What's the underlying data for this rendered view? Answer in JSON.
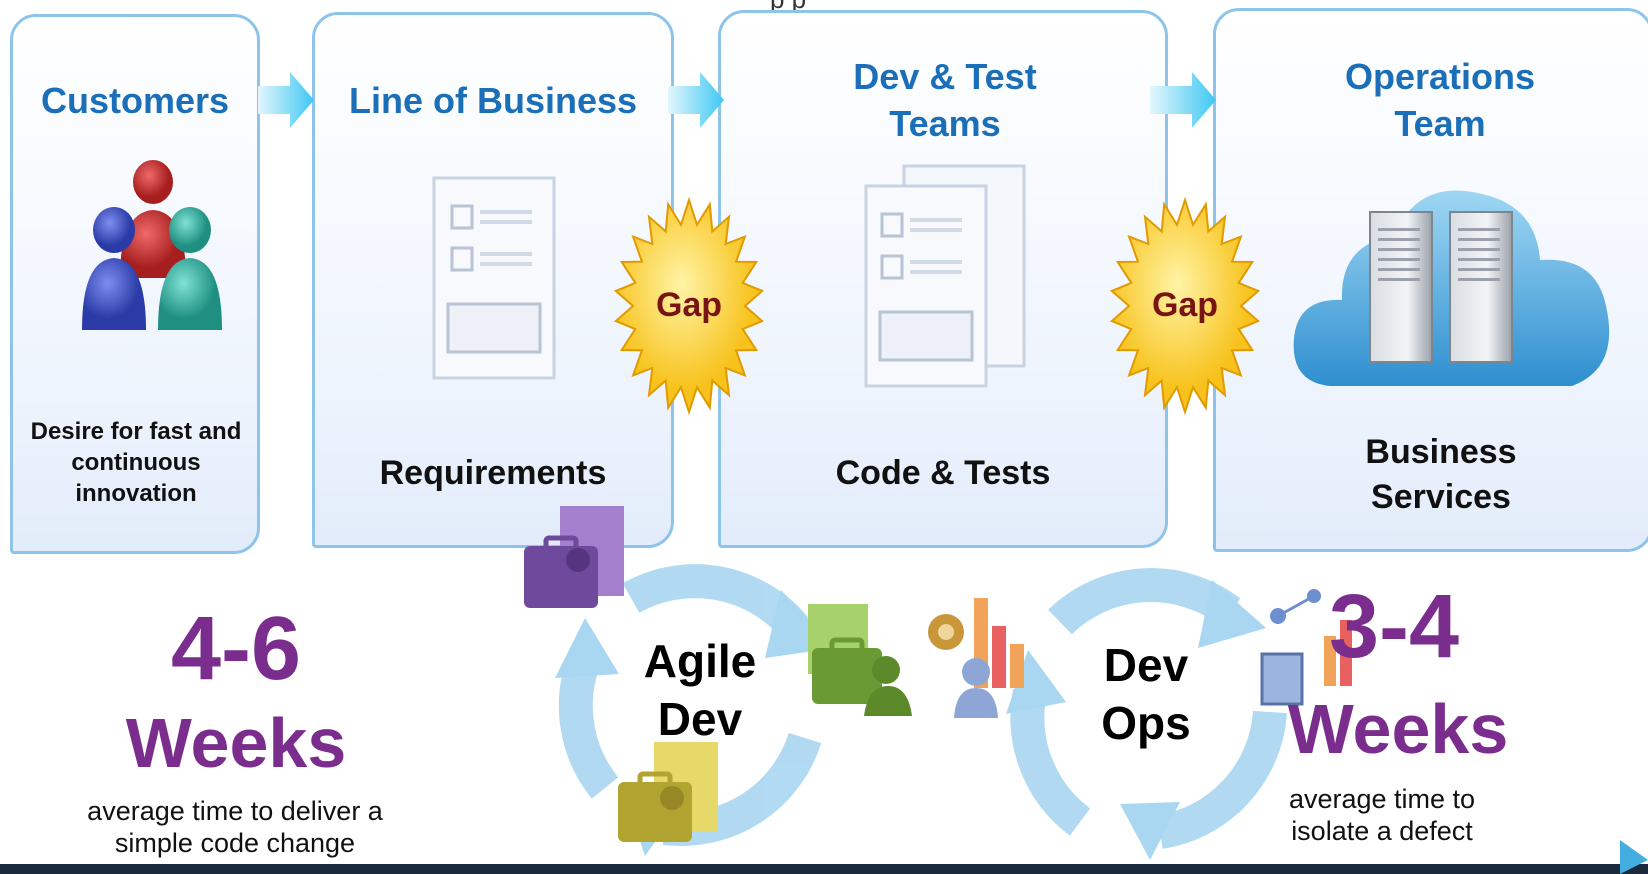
{
  "header": {
    "partial_text": "p                                                    p"
  },
  "stages": [
    {
      "title": "Customers",
      "caption": "Desire for fast and continuous innovation"
    },
    {
      "title": "Line of Business",
      "caption": "Requirements"
    },
    {
      "title": "Dev & Test Teams",
      "caption": "Code & Tests"
    },
    {
      "title": "Operations Team",
      "caption": "Business Services"
    }
  ],
  "gaps": [
    {
      "label": "Gap"
    },
    {
      "label": "Gap"
    }
  ],
  "cycles": [
    {
      "label": "Agile Dev"
    },
    {
      "label": "Dev Ops"
    }
  ],
  "metrics": [
    {
      "value": "4-6",
      "unit": "Weeks",
      "description": "average time to deliver a simple code change"
    },
    {
      "value": "3-4",
      "unit": "Weeks",
      "description": "average time to isolate a defect"
    }
  ],
  "colors": {
    "title_blue": "#1b6fb8",
    "metric_purple": "#7b2d8e",
    "gap_fill": "#f7c21b",
    "gap_text": "#7a1414",
    "panel_border": "#8ec4ea",
    "cycle_arrow": "#a9d7f1"
  }
}
